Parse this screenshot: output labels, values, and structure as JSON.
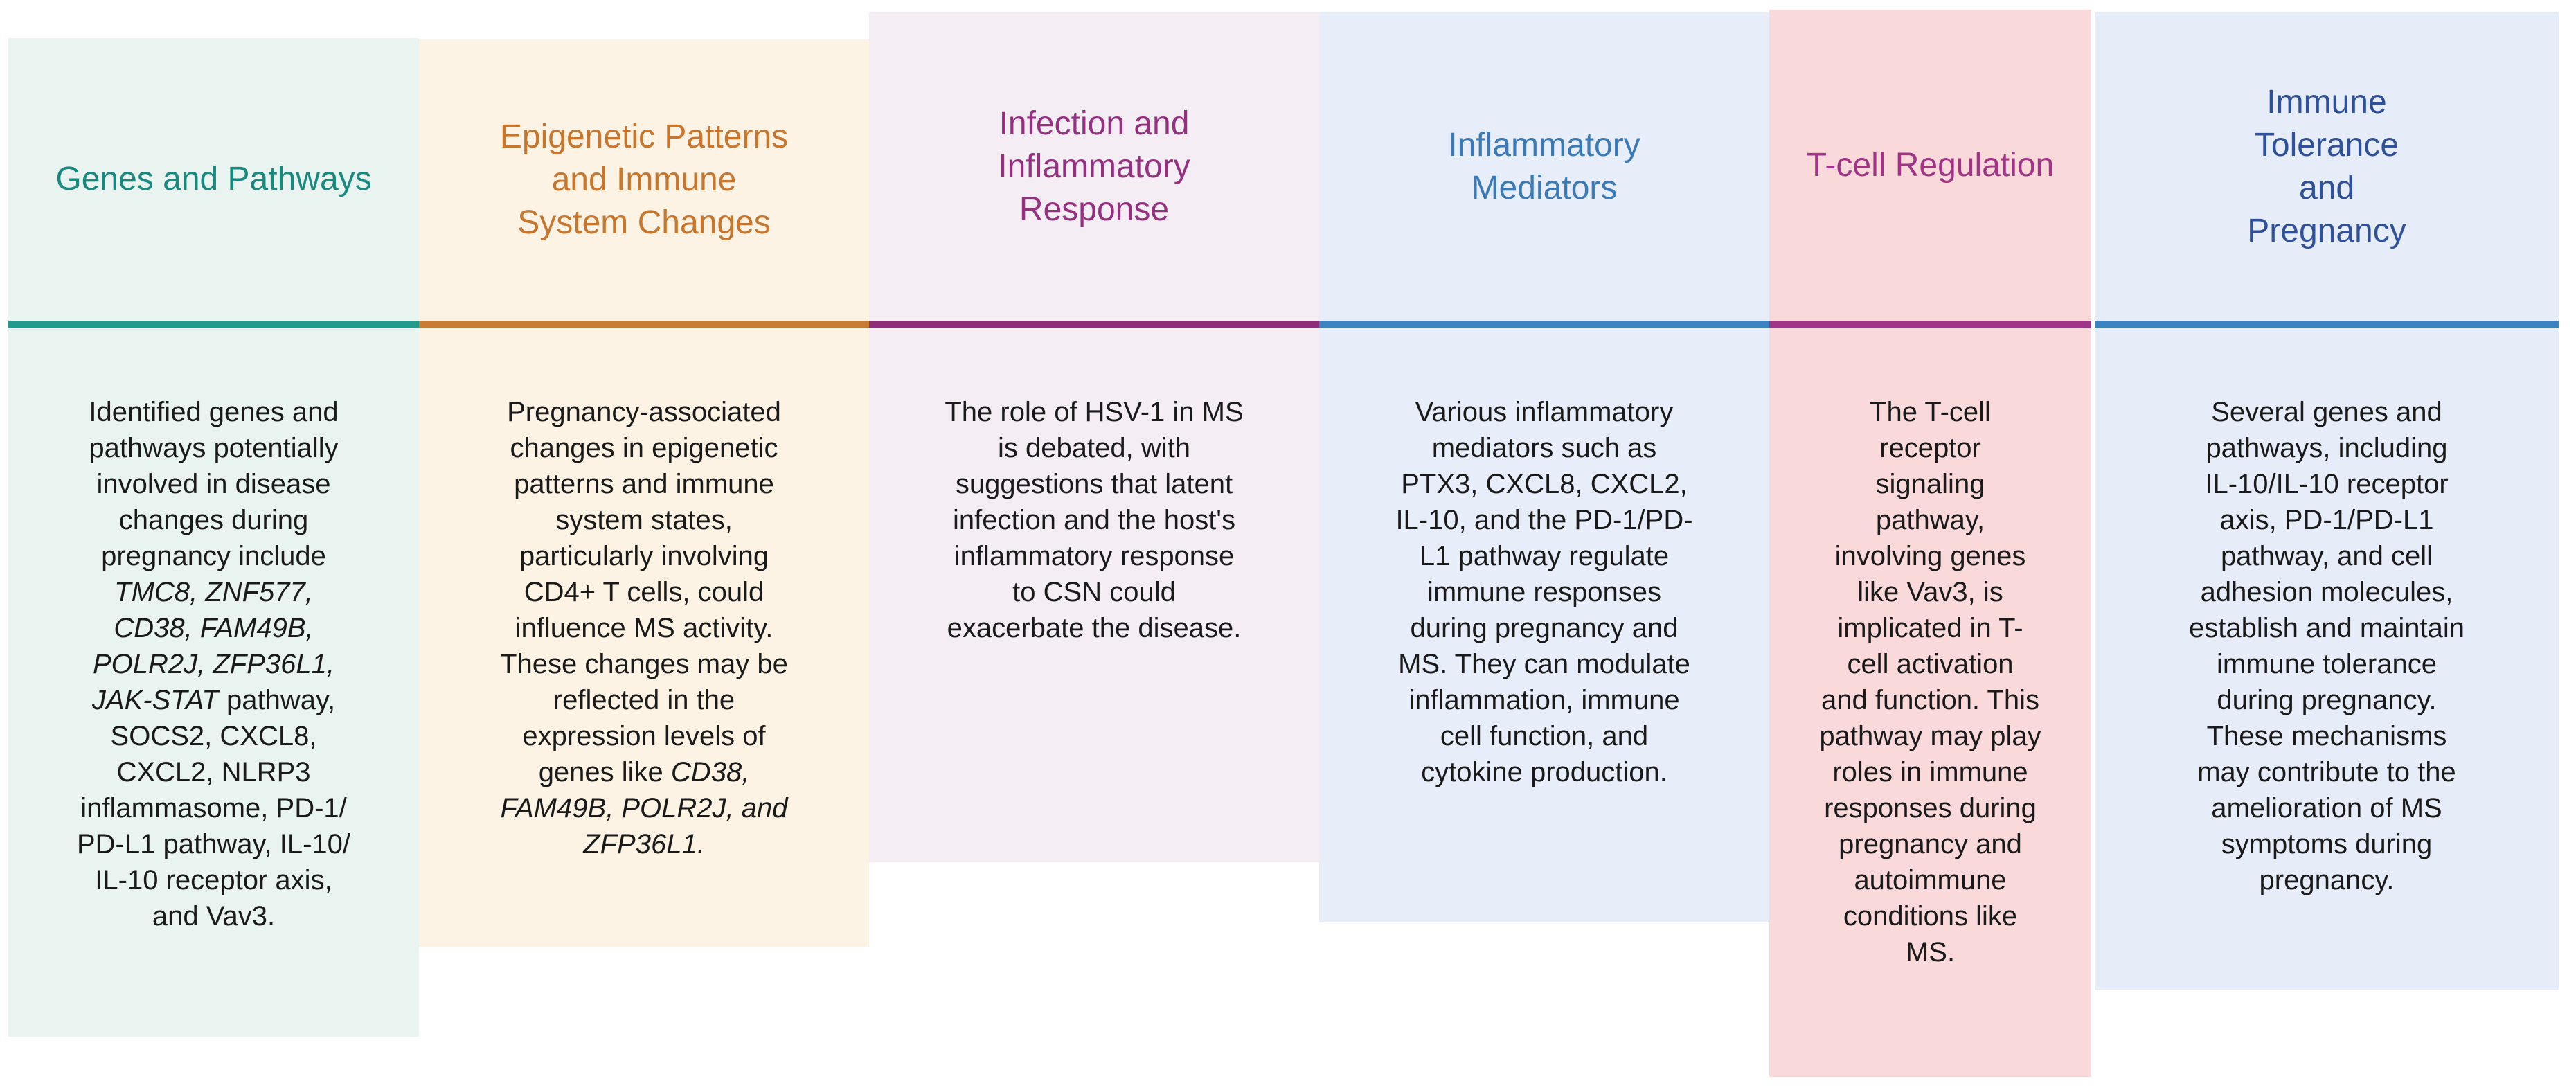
{
  "page": {
    "background_color": "#ffffff",
    "body_text_color": "#1a1a1a"
  },
  "columns": [
    {
      "id": "genes-and-pathways",
      "title": "Genes and Pathways",
      "title_color": "#17897e",
      "divider_color": "#229a8d",
      "bg_color": "#e9f4f1",
      "body_segments": [
        {
          "text": "Identified genes and\npathways potentially\ninvolved in disease\nchanges during\npregnancy include\n",
          "italic": false
        },
        {
          "text": "TMC8, ZNF577,\nCD38, FAM49B,\nPOLR2J, ZFP36L1,\nJAK-STAT",
          "italic": true
        },
        {
          "text": " pathway,\nSOCS2, CXCL8,\nCXCL2, NLRP3\ninflammasome, PD-1/\nPD-L1 pathway, IL-10/\nIL-10 receptor axis,\nand Vav3.",
          "italic": false
        }
      ]
    },
    {
      "id": "epigenetic-patterns-and-immune-system-changes",
      "title": "Epigenetic Patterns\nand Immune\nSystem Changes",
      "title_color": "#c8762d",
      "divider_color": "#c97c33",
      "bg_color": "#fdf3e4",
      "body_segments": [
        {
          "text": "Pregnancy-associated\nchanges in epigenetic\npatterns and immune\nsystem states,\nparticularly involving\nCD4+ T cells, could\ninfluence MS activity.\nThese changes may be\nreflected in the\nexpression levels of\ngenes like ",
          "italic": false
        },
        {
          "text": "CD38,\nFAM49B, POLR2J, and\nZFP36L1.",
          "italic": true
        }
      ]
    },
    {
      "id": "infection-and-inflammatory-response",
      "title": "Infection and\nInflammatory\nResponse",
      "title_color": "#94307f",
      "divider_color": "#8e2e7a",
      "bg_color": "#f5edf4",
      "body_segments": [
        {
          "text": "The role of HSV-1 in MS\nis debated, with\nsuggestions that latent\ninfection and the host's\ninflammatory response\nto CSN could\nexacerbate the disease.",
          "italic": false
        }
      ]
    },
    {
      "id": "inflammatory-mediators",
      "title": "Inflammatory\nMediators",
      "title_color": "#3b79b7",
      "divider_color": "#3c83c4",
      "bg_color": "#e7eef9",
      "body_segments": [
        {
          "text": "Various inflammatory\nmediators such as\nPTX3, CXCL8, CXCL2,\nIL-10, and the PD-1/PD-\nL1 pathway regulate\nimmune responses\nduring pregnancy and\nMS. They can modulate\ninflammation, immune\ncell function, and\ncytokine production.",
          "italic": false
        }
      ]
    },
    {
      "id": "t-cell-regulation",
      "title": "T-cell Regulation",
      "title_color": "#a23487",
      "divider_color": "#a23487",
      "bg_color": "#f9d9da",
      "body_segments": [
        {
          "text": "The T-cell\nreceptor\nsignaling\npathway,\ninvolving genes\nlike Vav3, is\nimplicated in T-\ncell activation\nand function. This\npathway may play\nroles in immune\nresponses during\npregnancy and\nautoimmune\nconditions like\nMS.",
          "italic": false
        }
      ]
    },
    {
      "id": "immune-tolerance-and-pregnancy",
      "title": "Immune\nTolerance\nand\nPregnancy",
      "title_color": "#30509a",
      "divider_color": "#3c83c4",
      "bg_color": "#e6ecf8",
      "body_segments": [
        {
          "text": "Several genes and\npathways, including\nIL-10/IL-10 receptor\naxis, PD-1/PD-L1\npathway, and cell\nadhesion molecules,\nestablish and maintain\nimmune tolerance\nduring pregnancy.\nThese mechanisms\nmay contribute to the\namelioration of MS\nsymptoms during\npregnancy.",
          "italic": false
        }
      ]
    }
  ]
}
